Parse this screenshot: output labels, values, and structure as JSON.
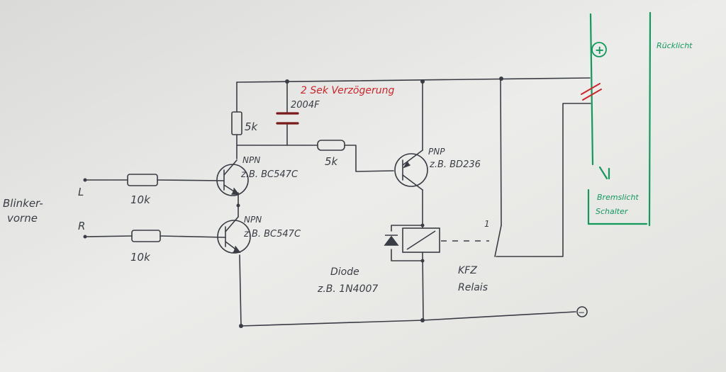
{
  "colors": {
    "paper": "#e6e6e4",
    "ink": "#3a3d45",
    "red": "#d0242c",
    "green": "#129a5c",
    "capacitor": "#7a1b1b"
  },
  "labels": {
    "blinker_line1": "Blinker-",
    "blinker_line2": "vorne",
    "input_l": "L",
    "input_r": "R",
    "res_l": "10k",
    "res_r": "10k",
    "res_5k_top": "5k",
    "res_5k_mid": "5k",
    "cap_delay": "2 Sek Verzögerung",
    "cap_value": "2004F",
    "npn1_type": "NPN",
    "npn1_part": "z.B. BC547C",
    "npn2_type": "NPN",
    "npn2_part": "z.B. BC547C",
    "pnp_type": "PNP",
    "pnp_part": "z.B. BD236",
    "diode_line1": "Diode",
    "diode_line2": "z.B. 1N4007",
    "relay_line1": "KFZ",
    "relay_line2": "Relais",
    "switch_mark": "1",
    "plus": "+",
    "minus": "−",
    "rear_light": "Rücklicht",
    "brake_line1": "Bremslicht",
    "brake_line2": "Schalter"
  }
}
